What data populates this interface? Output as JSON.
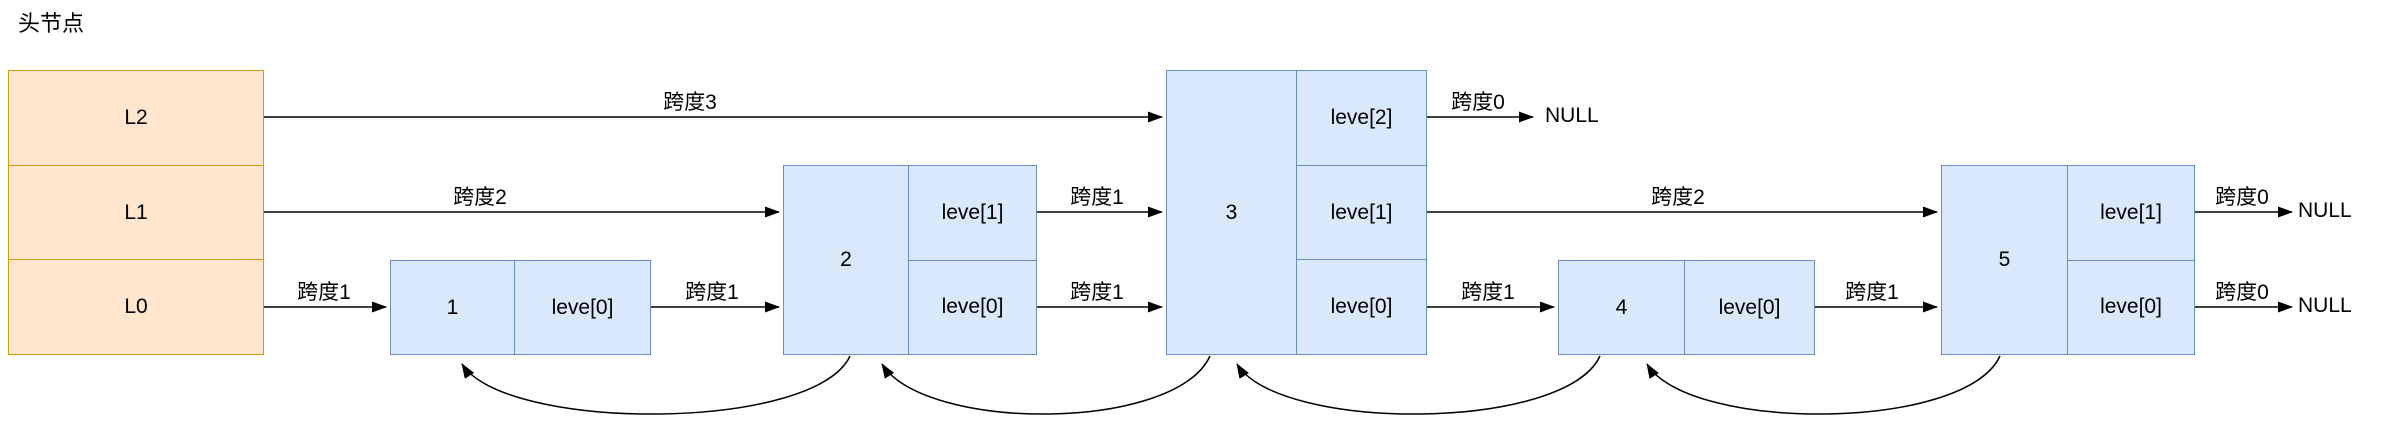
{
  "title": "头节点",
  "head": {
    "levels": [
      "L2",
      "L1",
      "L0"
    ]
  },
  "nodes": [
    {
      "value": "1",
      "cells": [
        "leve[0]"
      ]
    },
    {
      "value": "2",
      "cells": [
        "leve[1]",
        "leve[0]"
      ]
    },
    {
      "value": "3",
      "cells": [
        "leve[2]",
        "leve[1]",
        "leve[0]"
      ]
    },
    {
      "value": "4",
      "cells": [
        "leve[0]"
      ]
    },
    {
      "value": "5",
      "cells": [
        "leve[1]",
        "leve[0]"
      ]
    }
  ],
  "spans": {
    "l2_to_3": "跨度3",
    "l1_to_2": "跨度2",
    "l0_to_1": "跨度1",
    "n1_to_2": "跨度1",
    "n2_to_3_l1": "跨度1",
    "n2_to_3_l0": "跨度1",
    "n3_null": "跨度0",
    "n3_to_5": "跨度2",
    "n3_to_4": "跨度1",
    "n4_to_5": "跨度1",
    "n5_null_l1": "跨度0",
    "n5_null_l0": "跨度0"
  },
  "null_text": "NULL",
  "colors": {
    "head_fill": "#ffe6cc",
    "head_stroke": "#d79b00",
    "node_fill": "#dae8fc",
    "node_stroke": "#6c8ebf",
    "arrow": "#000000"
  }
}
